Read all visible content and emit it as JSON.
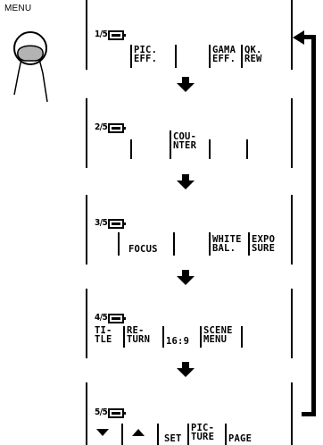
{
  "menu_button_label": "MENU",
  "screens": [
    {
      "page": "1/5",
      "labels": [
        "PIC.\nEFF.",
        "GAMA\nEFF.",
        "QK.\nREW"
      ]
    },
    {
      "page": "2/5",
      "labels": [
        "COU-\nNTER"
      ]
    },
    {
      "page": "3/5",
      "labels": [
        "FOCUS",
        "WHITE\nBAL.",
        "EXPO\nSURE"
      ]
    },
    {
      "page": "4/5",
      "labels": [
        "TI-\nTLE",
        "RE-\nTURN",
        "16:9",
        "SCENE\nMENU"
      ]
    },
    {
      "page": "5/5",
      "labels": [
        "SET",
        "PIC-\nTURE",
        "PAGE"
      ]
    }
  ],
  "icons": {
    "finger": "finger-press-icon",
    "battery": "battery-icon",
    "flow_arrow": "down-arrow-icon",
    "return_arrow": "loop-return-arrow-icon",
    "nav_down": "triangle-down-icon",
    "nav_up": "triangle-up-icon"
  }
}
